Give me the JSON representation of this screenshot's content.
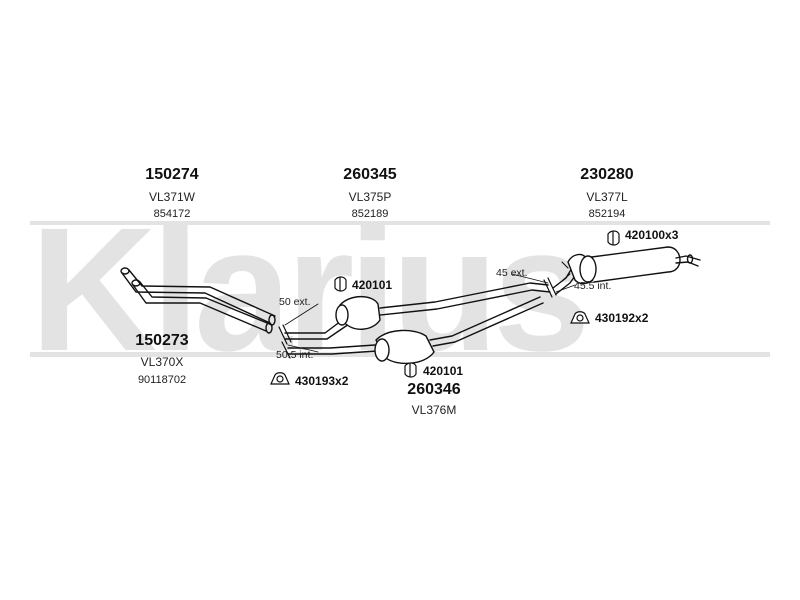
{
  "watermark": {
    "text": "Klarius"
  },
  "parts": [
    {
      "part_no": "150274",
      "code": "VL371W",
      "ref": "854172"
    },
    {
      "part_no": "260345",
      "code": "VL375P",
      "ref": "852189"
    },
    {
      "part_no": "230280",
      "code": "VL377L",
      "ref": "852194"
    },
    {
      "part_no": "150273",
      "code": "VL370X",
      "ref": "90118702"
    },
    {
      "part_no": "260346",
      "code": "VL376M"
    }
  ],
  "hardware": [
    {
      "label": "420100x3",
      "icon": "clamp-icon"
    },
    {
      "label": "420101",
      "icon": "clamp-icon"
    },
    {
      "label": "430192x2",
      "icon": "rubber-mount-icon"
    },
    {
      "label": "430193x2",
      "icon": "rubber-mount-icon"
    },
    {
      "label": "420101",
      "icon": "clamp-icon"
    }
  ],
  "dimensions": {
    "front_ext": "50 ext.",
    "front_int": "50.5 int.",
    "rear_ext": "45 ext.",
    "rear_int": "45.5 int."
  },
  "colors": {
    "watermark": "#e3e3e3",
    "line": "#111111",
    "text": "#111111"
  }
}
